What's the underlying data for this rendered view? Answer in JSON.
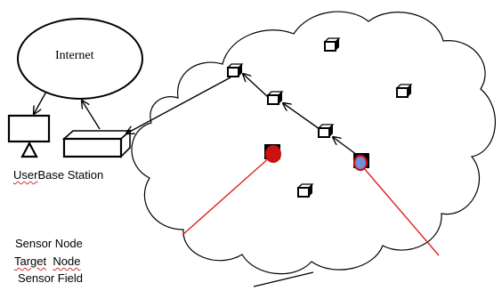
{
  "labels": {
    "internet": "Internet",
    "user": "User",
    "base_station": "Base Station",
    "sensor_node": "Sensor Node",
    "target_word": "Target",
    "node_word": "Node",
    "sensor_field": "Sensor Field"
  },
  "colors": {
    "stroke": "#000000",
    "target_red": "#cc1111",
    "pointer_red": "#e02020",
    "target_blue": "#6f8fd8"
  }
}
